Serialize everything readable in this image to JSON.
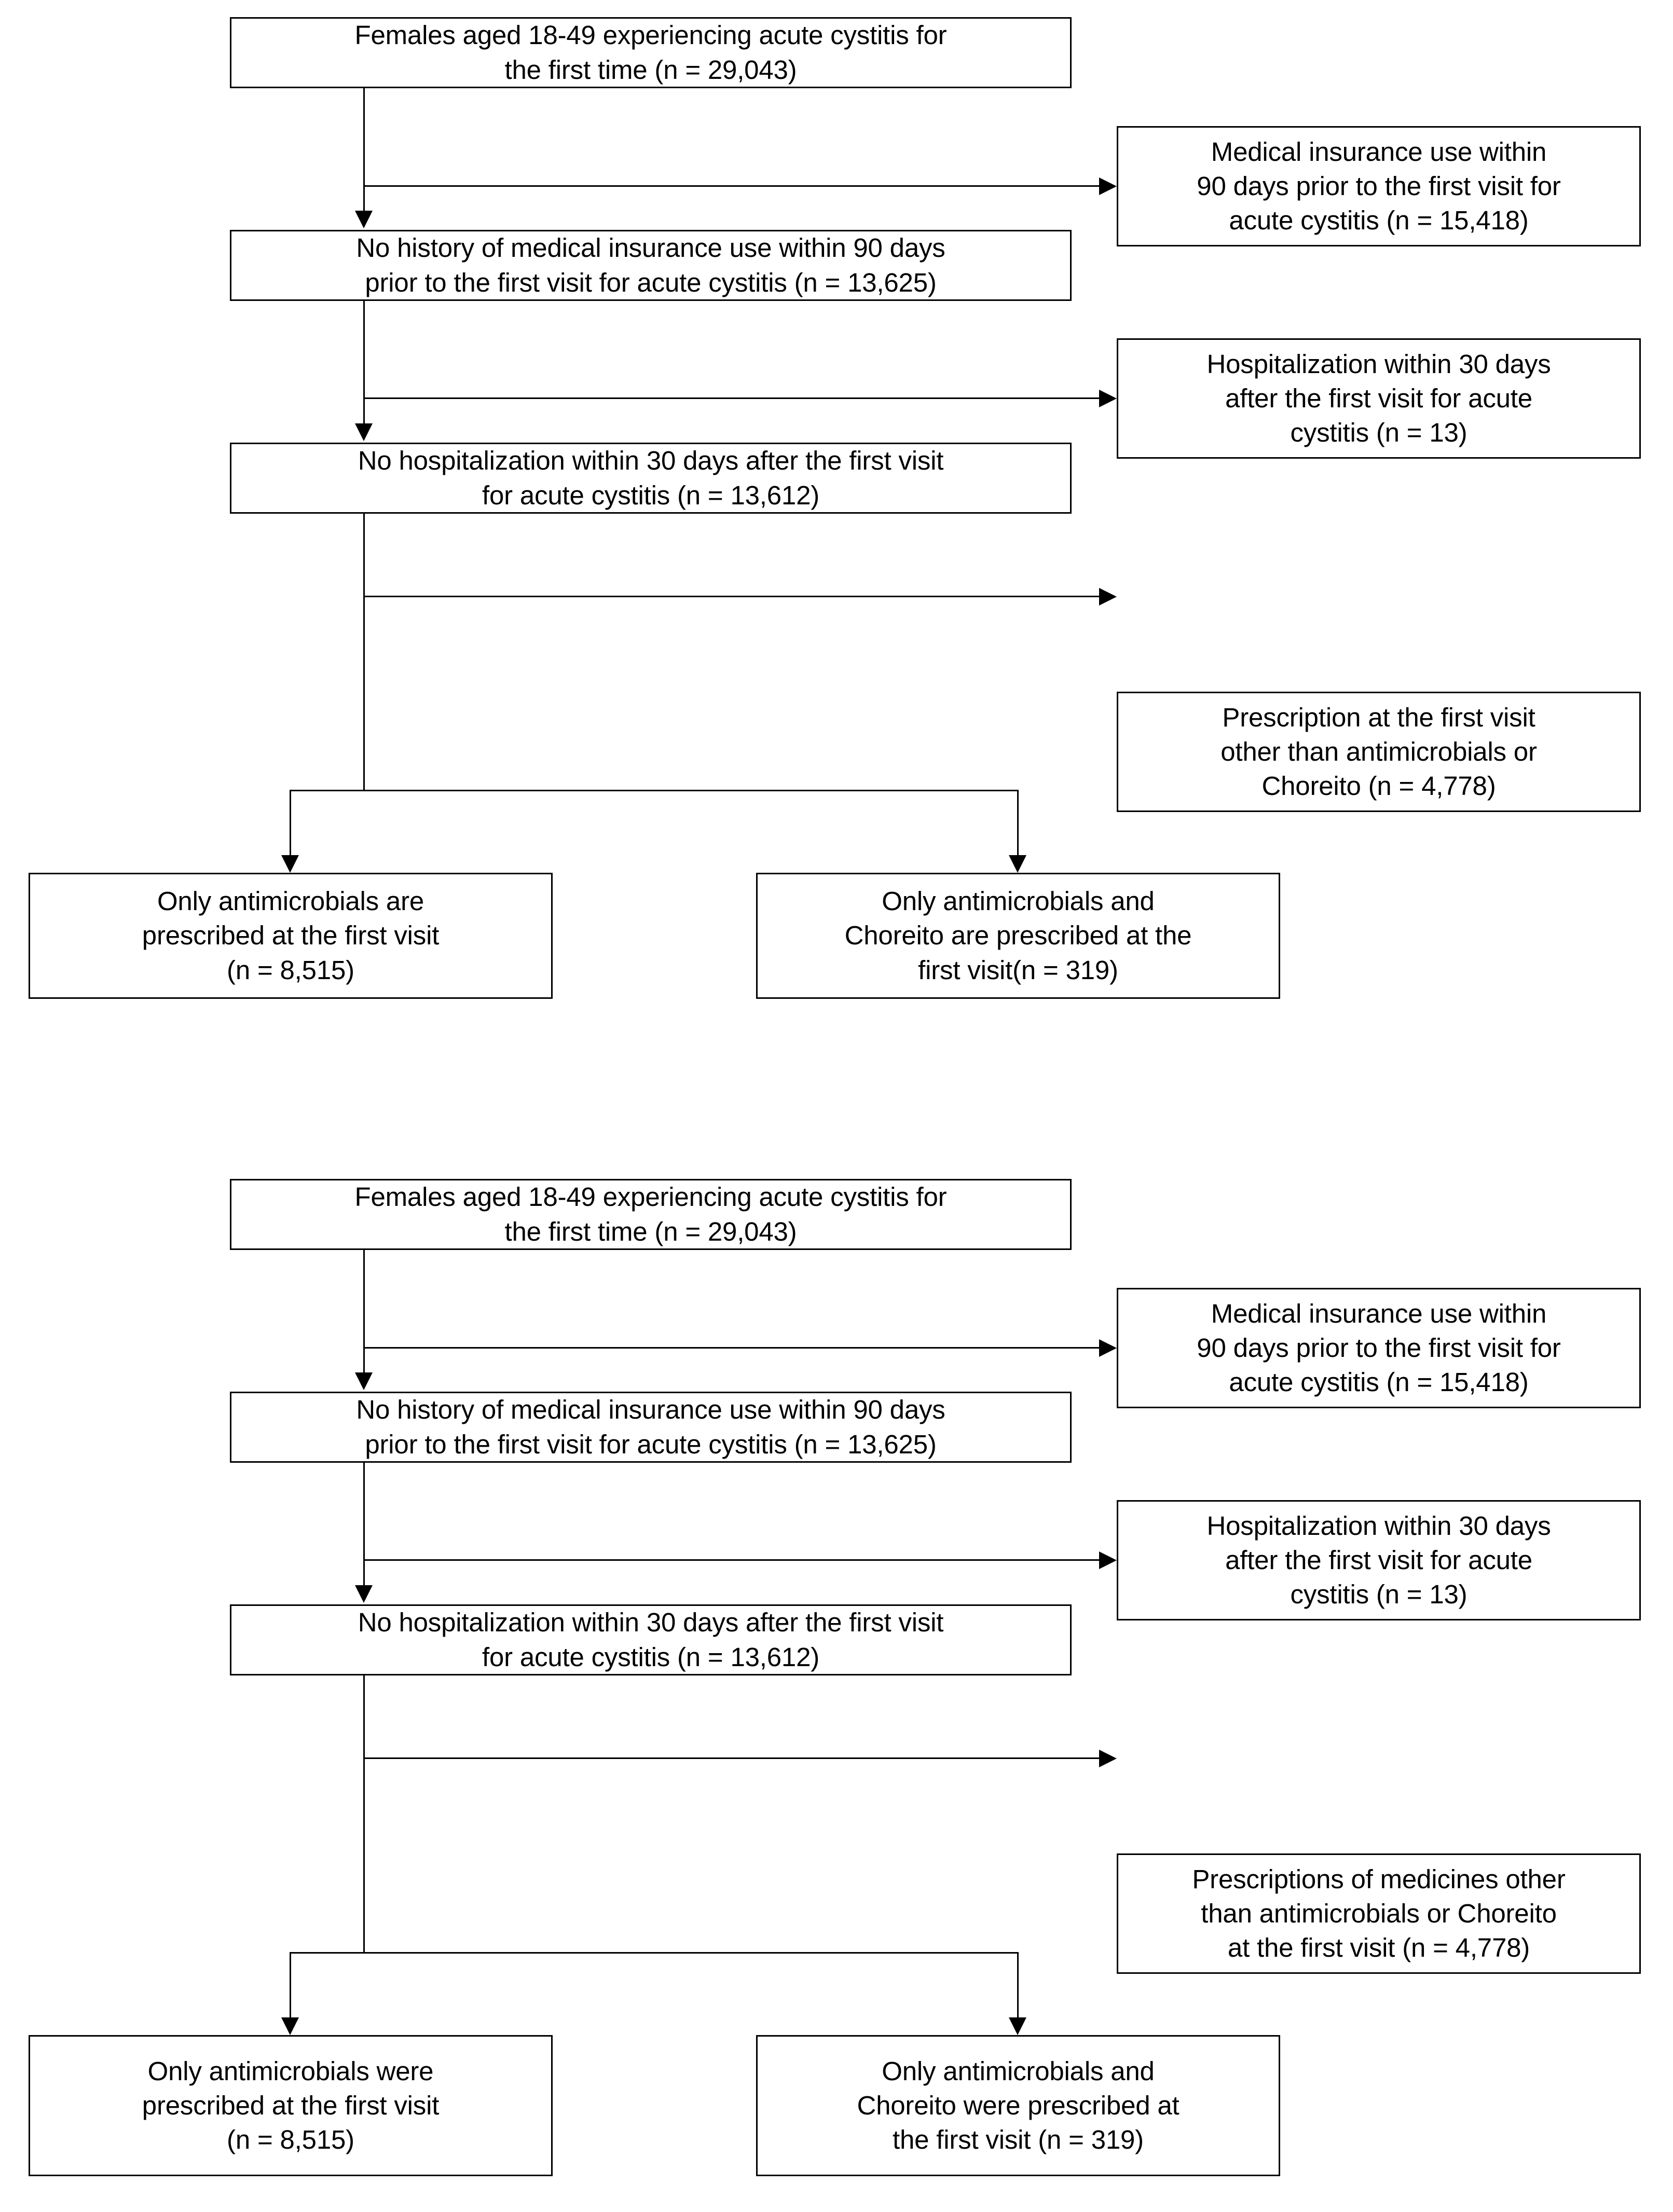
{
  "figure": {
    "type": "flowchart",
    "description": "Two patient-selection flow diagrams (CONSORT-style) for a study of acute cystitis in females aged 18-49",
    "charts": [
      {
        "id": "flowchart-top",
        "main_nodes": [
          {
            "id": "enrolled",
            "text": "Females aged 18-49 experiencing acute cystitis for\nthe first time (n = 29,043)",
            "n": 29043
          },
          {
            "id": "no-insurance-history",
            "text": "No history of medical insurance use within 90 days\nprior to the first visit for acute cystitis (n = 13,625)",
            "n": 13625
          },
          {
            "id": "no-hospitalization",
            "text": "No hospitalization within 30 days after the first visit\nfor acute cystitis (n = 13,612)",
            "n": 13612
          }
        ],
        "excluded_nodes": [
          {
            "id": "excl-insurance-use",
            "text": "Medical insurance use within\n90 days prior to the first visit for\nacute cystitis (n = 15,418)",
            "n": 15418
          },
          {
            "id": "excl-hospitalization",
            "text": "Hospitalization within 30 days\nafter the first visit for acute\ncystitis (n = 13)",
            "n": 13
          },
          {
            "id": "excl-other-prescription",
            "text": "Prescription at the first visit\nother than antimicrobials or\nChoreito (n = 4,778)",
            "n": 4778
          }
        ],
        "terminal_nodes": [
          {
            "id": "antimicrobials-only",
            "text": "Only antimicrobials are\nprescribed at the first visit\n(n = 8,515)",
            "n": 8515
          },
          {
            "id": "antimicrobials-and-choreito",
            "text": "Only antimicrobials and\nChoreito are prescribed at the\nfirst visit(n = 319)",
            "n": 319
          }
        ]
      },
      {
        "id": "flowchart-bottom",
        "main_nodes": [
          {
            "id": "enrolled",
            "text": "Females aged 18-49 experiencing acute cystitis for\nthe first time (n = 29,043)",
            "n": 29043
          },
          {
            "id": "no-insurance-history",
            "text": "No history of medical insurance use within 90 days\nprior to the first visit for acute cystitis (n = 13,625)",
            "n": 13625
          },
          {
            "id": "no-hospitalization",
            "text": "No hospitalization within 30 days after the first visit\nfor acute cystitis (n = 13,612)",
            "n": 13612
          }
        ],
        "excluded_nodes": [
          {
            "id": "excl-insurance-use",
            "text": "Medical insurance use within\n90 days prior to the first visit for\nacute cystitis (n = 15,418)",
            "n": 15418
          },
          {
            "id": "excl-hospitalization",
            "text": "Hospitalization within 30 days\nafter the first visit for acute\ncystitis (n = 13)",
            "n": 13
          },
          {
            "id": "excl-other-prescription",
            "text": "Prescriptions of medicines other\nthan antimicrobials or Choreito\nat the first visit (n = 4,778)",
            "n": 4778
          }
        ],
        "terminal_nodes": [
          {
            "id": "antimicrobials-only",
            "text": "Only antimicrobials were\nprescribed at the first visit\n(n = 8,515)",
            "n": 8515
          },
          {
            "id": "antimicrobials-and-choreito",
            "text": "Only antimicrobials and\nChoreito were prescribed at\nthe first visit (n = 319)",
            "n": 319
          }
        ]
      }
    ],
    "colors": {
      "stroke": "#000000",
      "background": "#ffffff",
      "text": "#000000"
    }
  }
}
